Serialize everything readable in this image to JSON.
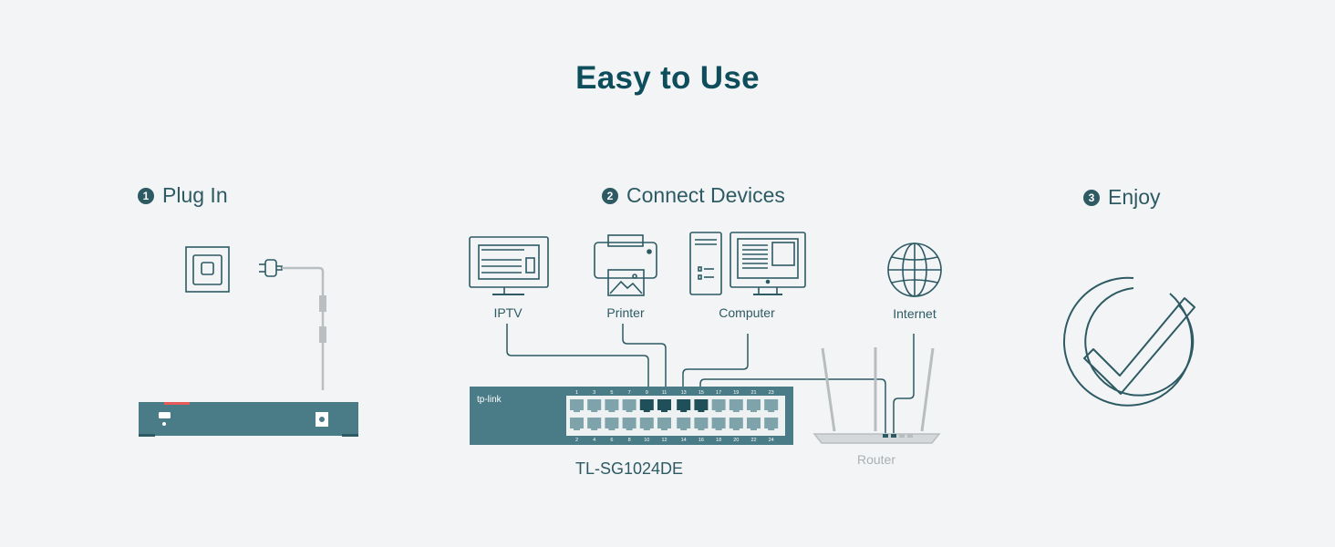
{
  "title": "Easy to Use",
  "steps": [
    {
      "number": "1",
      "label": "Plug In"
    },
    {
      "number": "2",
      "label": "Connect Devices"
    },
    {
      "number": "3",
      "label": "Enjoy"
    }
  ],
  "devices": {
    "iptv": "IPTV",
    "printer": "Printer",
    "computer": "Computer",
    "internet": "Internet",
    "router": "Router"
  },
  "switch": {
    "brand": "tp-link",
    "model": "TL-SG1024DE",
    "top_port_numbers": [
      "1",
      "3",
      "5",
      "7",
      "9",
      "11",
      "13",
      "15",
      "17",
      "19",
      "21",
      "23"
    ],
    "bottom_port_numbers": [
      "2",
      "4",
      "6",
      "8",
      "10",
      "12",
      "14",
      "16",
      "18",
      "20",
      "22",
      "24"
    ]
  },
  "colors": {
    "primary": "#2d5a63",
    "switch_body": "#4a7c87",
    "router": "#b8bdc0",
    "background": "#f3f4f6"
  }
}
